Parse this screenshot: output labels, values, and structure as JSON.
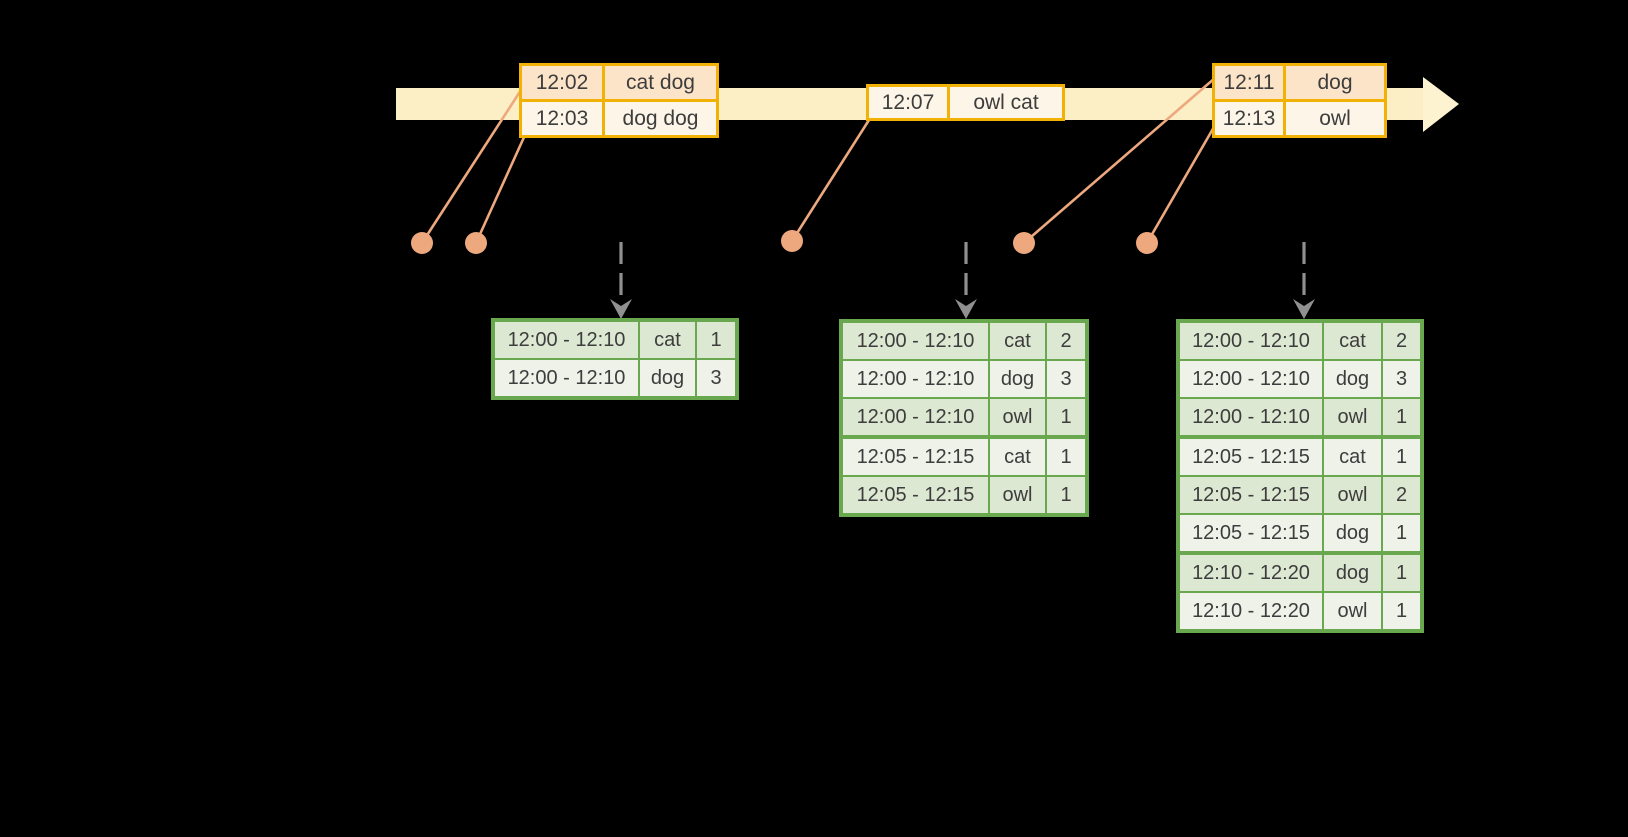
{
  "palette": {
    "background": "#000000",
    "timeline_band": "#fcefc5",
    "timeline_arrowhead": "#fdf3d1",
    "event_border": "#f2b205",
    "event_row_peach": "#fce4c9",
    "event_row_cream": "#fdf5e7",
    "connector": "#eda87e",
    "result_border": "#6aa84f",
    "result_row_dark": "#dde8d2",
    "result_row_light": "#eef2e9",
    "trigger_arrow": "#909090",
    "text": "#3d3d3d"
  },
  "event_tables": [
    {
      "rows": [
        {
          "time": "12:02",
          "words": "cat dog"
        },
        {
          "time": "12:03",
          "words": "dog dog"
        }
      ]
    },
    {
      "rows": [
        {
          "time": "12:07",
          "words": "owl cat"
        }
      ]
    },
    {
      "rows": [
        {
          "time": "12:11",
          "words": "dog"
        },
        {
          "time": "12:13",
          "words": "owl"
        }
      ]
    }
  ],
  "result_tables": [
    {
      "rows": [
        {
          "window": "12:00 - 12:10",
          "word": "cat",
          "count": "1"
        },
        {
          "window": "12:00 - 12:10",
          "word": "dog",
          "count": "3"
        }
      ]
    },
    {
      "rows": [
        {
          "window": "12:00 - 12:10",
          "word": "cat",
          "count": "2"
        },
        {
          "window": "12:00 - 12:10",
          "word": "dog",
          "count": "3"
        },
        {
          "window": "12:00 - 12:10",
          "word": "owl",
          "count": "1"
        },
        {
          "window": "12:05 - 12:15",
          "word": "cat",
          "count": "1"
        },
        {
          "window": "12:05 - 12:15",
          "word": "owl",
          "count": "1"
        }
      ]
    },
    {
      "rows": [
        {
          "window": "12:00 - 12:10",
          "word": "cat",
          "count": "2"
        },
        {
          "window": "12:00 - 12:10",
          "word": "dog",
          "count": "3"
        },
        {
          "window": "12:00 - 12:10",
          "word": "owl",
          "count": "1"
        },
        {
          "window": "12:05 - 12:15",
          "word": "cat",
          "count": "1"
        },
        {
          "window": "12:05 - 12:15",
          "word": "owl",
          "count": "2"
        },
        {
          "window": "12:05 - 12:15",
          "word": "dog",
          "count": "1"
        },
        {
          "window": "12:10 - 12:20",
          "word": "dog",
          "count": "1"
        },
        {
          "window": "12:10 - 12:20",
          "word": "owl",
          "count": "1"
        }
      ]
    }
  ]
}
